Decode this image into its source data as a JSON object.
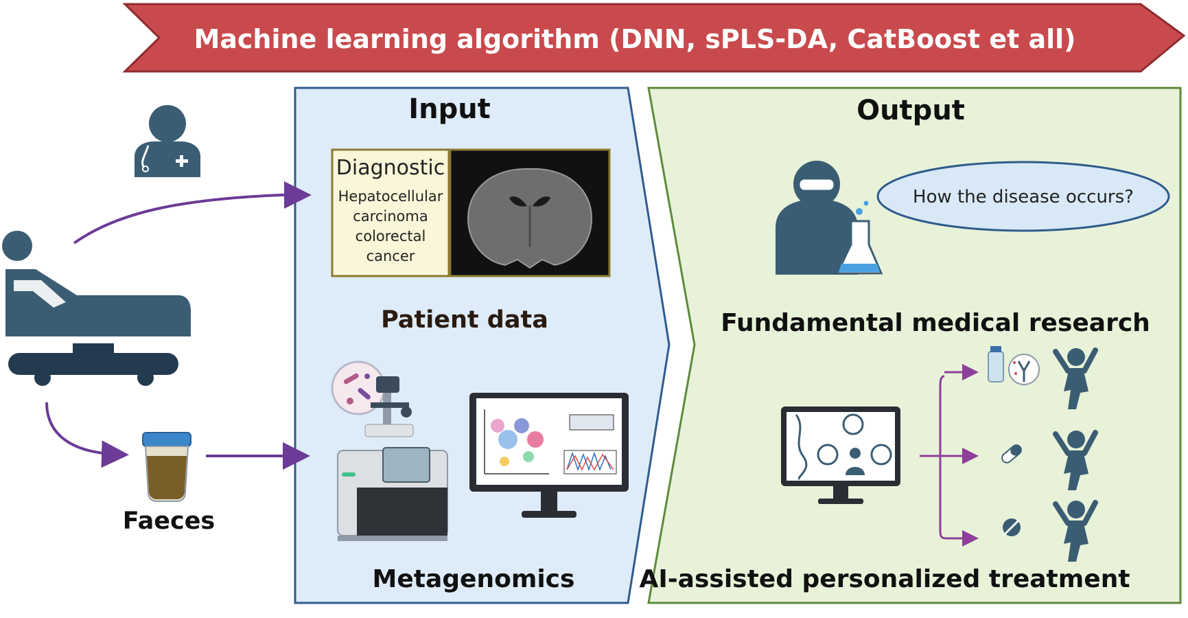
{
  "banner": {
    "title": "Machine learning algorithm (DNN, sPLS-DA, CatBoost et all)",
    "color": "#c94a4d"
  },
  "input": {
    "heading": "Input",
    "diagnostic": {
      "title": "Diagnostic",
      "lines": [
        "Hepatocellular",
        "carcinoma",
        "colorectal",
        "cancer"
      ]
    },
    "patient_data_label": "Patient data",
    "metagenomics_label": "Metagenomics",
    "panel_fill": "#deebf8",
    "panel_stroke": "#2f5b8c"
  },
  "output": {
    "heading": "Output",
    "question": "How the disease occurs?",
    "research_label": "Fundamental medical research",
    "treatment_label": "AI-assisted personalized treatment",
    "panel_fill": "#e8f2d9",
    "panel_stroke": "#5d8a3a"
  },
  "left": {
    "faeces_label": "Faeces"
  },
  "colors": {
    "icon": "#3b5d74",
    "arrow": "#6b3b97",
    "branch": "#8e3f9a"
  }
}
